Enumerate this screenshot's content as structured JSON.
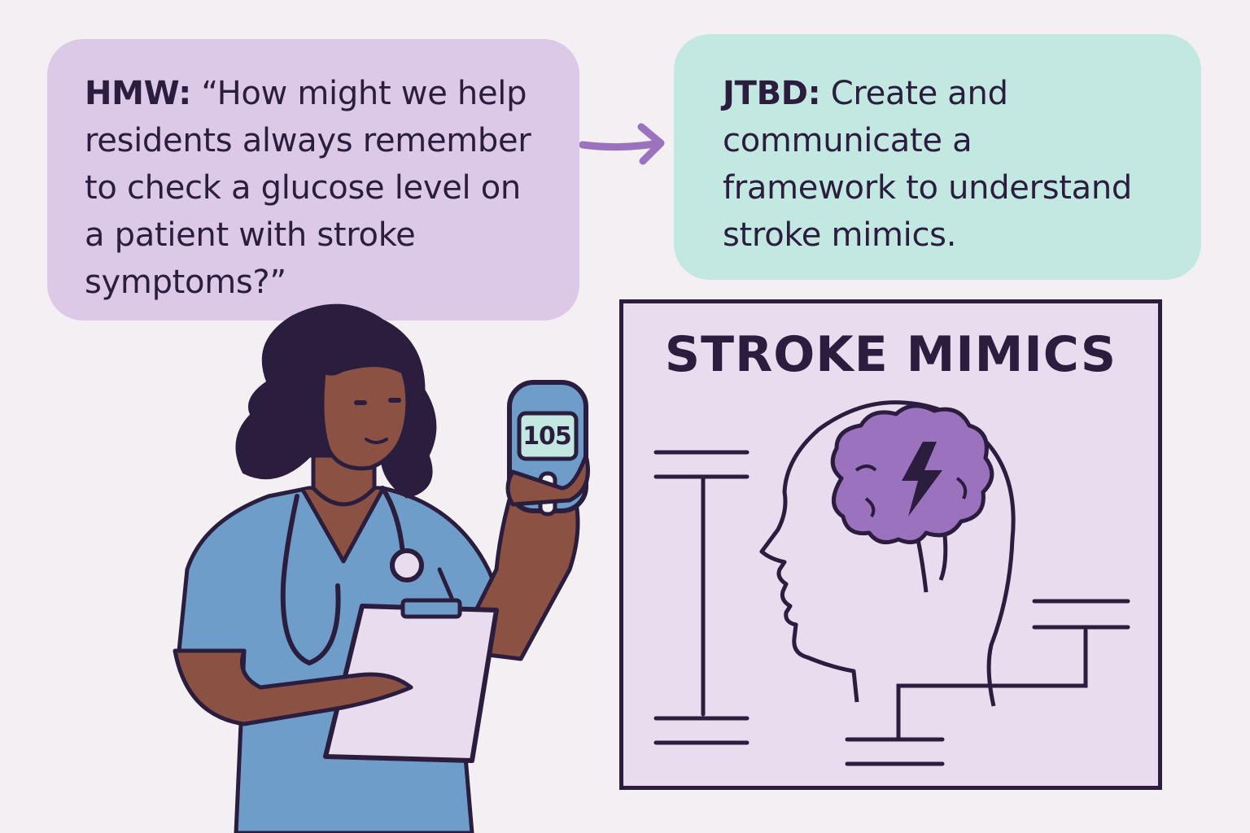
{
  "hmw": {
    "label": "HMW:",
    "lines": [
      "“How might we help",
      "residents always remember",
      "to check a glucose level on",
      "a patient with stroke",
      "symptoms?”"
    ]
  },
  "jtbd": {
    "label": "JTBD:",
    "lines": [
      "Create and",
      "communicate a",
      "framework to understand",
      "stroke mimics."
    ]
  },
  "poster": {
    "title": "STROKE MIMICS"
  },
  "glucose_meter": {
    "reading": "105"
  },
  "colors": {
    "background": "#f4eff3",
    "hmw_bubble": "#dcc9e8",
    "jtbd_bubble": "#c3e8e2",
    "poster_bg": "#e9dcef",
    "brain": "#9b72bd",
    "scrubs": "#6f9dc9",
    "outline": "#2b1d3d"
  },
  "icons": [
    "arrow-right-icon",
    "brain-icon",
    "lightning-bolt-icon",
    "head-profile-icon",
    "stethoscope-icon",
    "glucose-meter-icon",
    "clipboard-icon"
  ]
}
